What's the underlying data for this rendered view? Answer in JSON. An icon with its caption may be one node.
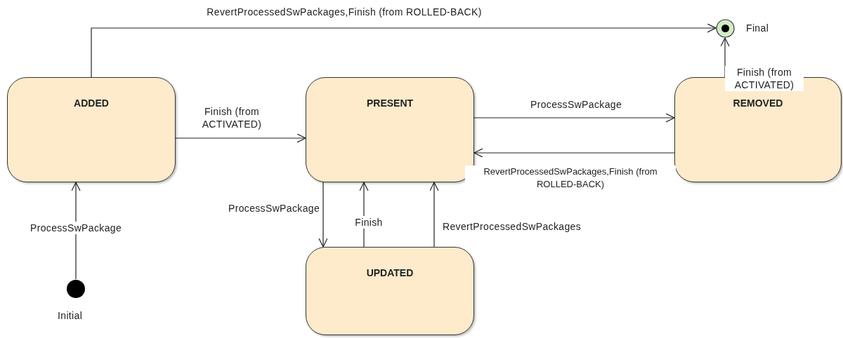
{
  "diagram": {
    "nodes": [
      {
        "text": [
          "ADDED"
        ]
      },
      {
        "text": [
          "PRESENT"
        ]
      },
      {
        "text": [
          "REMOVED"
        ]
      },
      {
        "text": [
          "UPDATED"
        ]
      },
      {
        "text": [],
        "shape": "circle",
        "beside": [
          "Initial"
        ]
      },
      {
        "text": [],
        "shape": "bullseye",
        "beside": [
          "Final"
        ]
      }
    ],
    "edges": [
      {
        "from": 4,
        "to": 0,
        "arrow": "to",
        "label": "ProcessSwPackage"
      },
      {
        "from": 0,
        "to": 5,
        "arrow": "to",
        "label": "RevertProcessedSwPackages,Finish (from ROLLED-BACK)"
      },
      {
        "from": 0,
        "to": 1,
        "arrow": "to",
        "label": "Finish (from ACTIVATED)"
      },
      {
        "from": 1,
        "to": 2,
        "arrow": "to",
        "label": "ProcessSwPackage"
      },
      {
        "from": 2,
        "to": 1,
        "arrow": "to",
        "label": "RevertProcessedSwPackages,Finish (from ROLLED-BACK)"
      },
      {
        "from": 2,
        "to": 5,
        "arrow": "to",
        "label": "Finish (from ACTIVATED)"
      },
      {
        "from": 1,
        "to": 3,
        "arrow": "to",
        "label": "ProcessSwPackage"
      },
      {
        "from": 3,
        "to": 1,
        "arrow": "to",
        "label": "Finish"
      },
      {
        "from": 3,
        "to": 1,
        "arrow": "to",
        "label": "RevertProcessedSwPackages"
      }
    ]
  }
}
